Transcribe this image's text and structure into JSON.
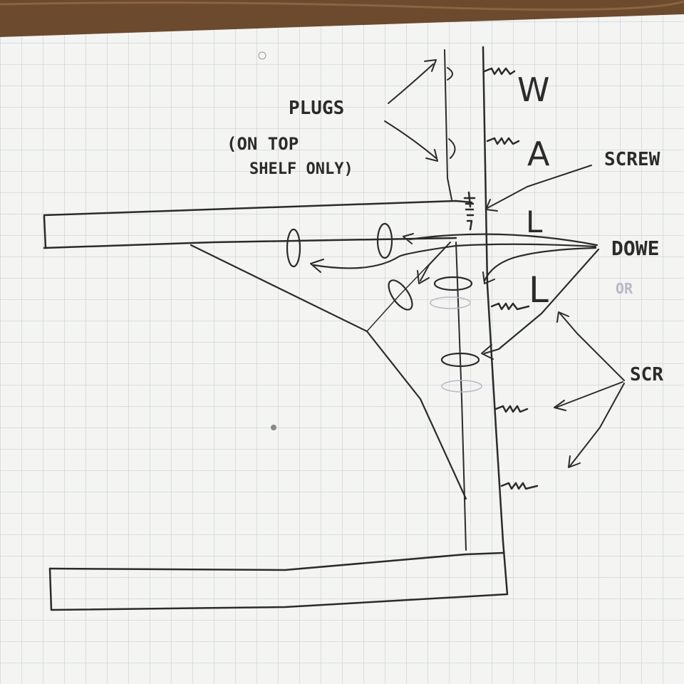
{
  "labels": {
    "plugs": "PLUGS",
    "on_top": "(ON TOP",
    "shelf_only": "SHELF ONLY)",
    "screw_top": "SCREW",
    "dowel": "DOWE",
    "or_note": "OR",
    "screws_side": "SCR",
    "wall_w": "W",
    "wall_a": "A",
    "wall_l1": "L",
    "wall_l2": "L"
  },
  "colors": {
    "paper": "#f4f4f2",
    "grid": "#9fb0c4",
    "pencil": "#2b2b2b",
    "faint": "#b8b8c6",
    "wood": "#6b4a2e"
  }
}
